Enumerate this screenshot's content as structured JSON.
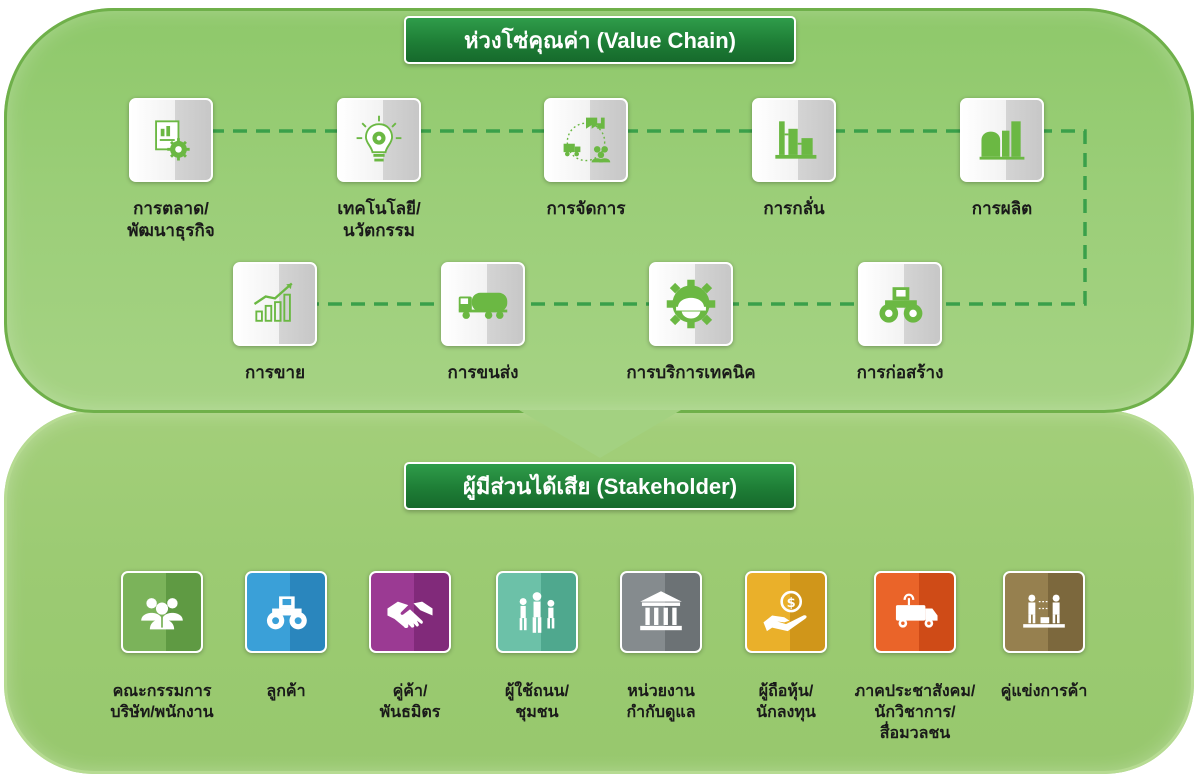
{
  "value_chain": {
    "title": "ห่วงโซ่คุณค่า (Value Chain)",
    "accent_color": "#8dc63f",
    "nodes_row1": [
      {
        "label": "การตลาด/\nพัฒนาธุรกิจ",
        "icon": "document-gear-icon"
      },
      {
        "label": "เทคโนโลยี/\nนวัตกรรม",
        "icon": "lightbulb-gear-icon"
      },
      {
        "label": "การจัดการ",
        "icon": "factory-truck-people-icon"
      },
      {
        "label": "การกลั่น",
        "icon": "refinery-icon"
      },
      {
        "label": "การผลิต",
        "icon": "plant-icon"
      }
    ],
    "nodes_row2": [
      {
        "label": "การขาย",
        "icon": "sales-chart-icon"
      },
      {
        "label": "การขนส่ง",
        "icon": "tanker-truck-icon"
      },
      {
        "label": "การบริการเทคนิค",
        "icon": "gear-helmet-icon"
      },
      {
        "label": "การก่อสร้าง",
        "icon": "road-roller-icon"
      }
    ]
  },
  "stakeholder": {
    "title": "ผู้มีส่วนได้เสีย (Stakeholder)",
    "items": [
      {
        "label": "คณะกรรมการ\nบริษัท/พนักงาน",
        "icon": "people-group-icon",
        "color": "#6ba04a"
      },
      {
        "label": "ลูกค้า",
        "icon": "road-roller-icon",
        "color": "#2f8fc7"
      },
      {
        "label": "คู่ค้า/\nพันธมิตร",
        "icon": "handshake-icon",
        "color": "#8e2f86"
      },
      {
        "label": "ผู้ใช้ถนน/\nชุมชน",
        "icon": "pedestrians-icon",
        "color": "#5bb39a"
      },
      {
        "label": "หน่วยงาน\nกำกับดูแล",
        "icon": "government-building-icon",
        "color": "#7a7f82"
      },
      {
        "label": "ผู้ถือหุ้น/\nนักลงทุน",
        "icon": "hand-coin-icon",
        "color": "#e0a11a"
      },
      {
        "label": "ภาคประชาสังคม/\nนักวิชาการ/\nสื่อมวลชน",
        "icon": "broadcast-van-icon",
        "color": "#e2561f"
      },
      {
        "label": "คู่แข่งการค้า",
        "icon": "competitors-icon",
        "color": "#8a7446"
      }
    ]
  }
}
